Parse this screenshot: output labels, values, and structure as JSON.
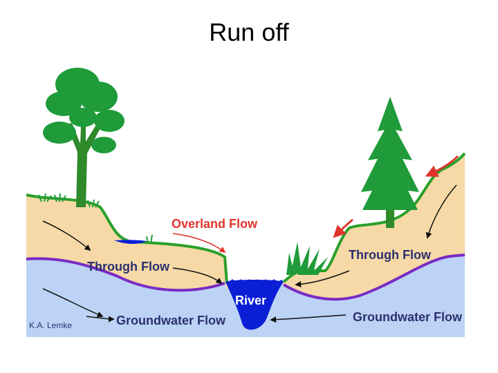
{
  "title": "Run off",
  "labels": {
    "overland_flow": "Overland Flow",
    "through_flow_left": "Through Flow",
    "through_flow_right": "Through Flow",
    "groundwater_flow_left": "Groundwater Flow",
    "groundwater_flow_right": "Groundwater Flow",
    "river": "River",
    "credit": "K.A. Lemke"
  },
  "colors": {
    "soil": "#f6d9a6",
    "groundwater": "#bcd3f5",
    "water_table": "#7a2bc4",
    "surface_edge": "#2aa02a",
    "vegetation": "#1f9b3a",
    "trunk": "#2f8a2a",
    "river": "#0a1fd6",
    "label_dark": "#2b2f6e",
    "overland_label": "#e2342d",
    "arrow_dark": "#111111",
    "arrow_red": "#e2342d"
  }
}
